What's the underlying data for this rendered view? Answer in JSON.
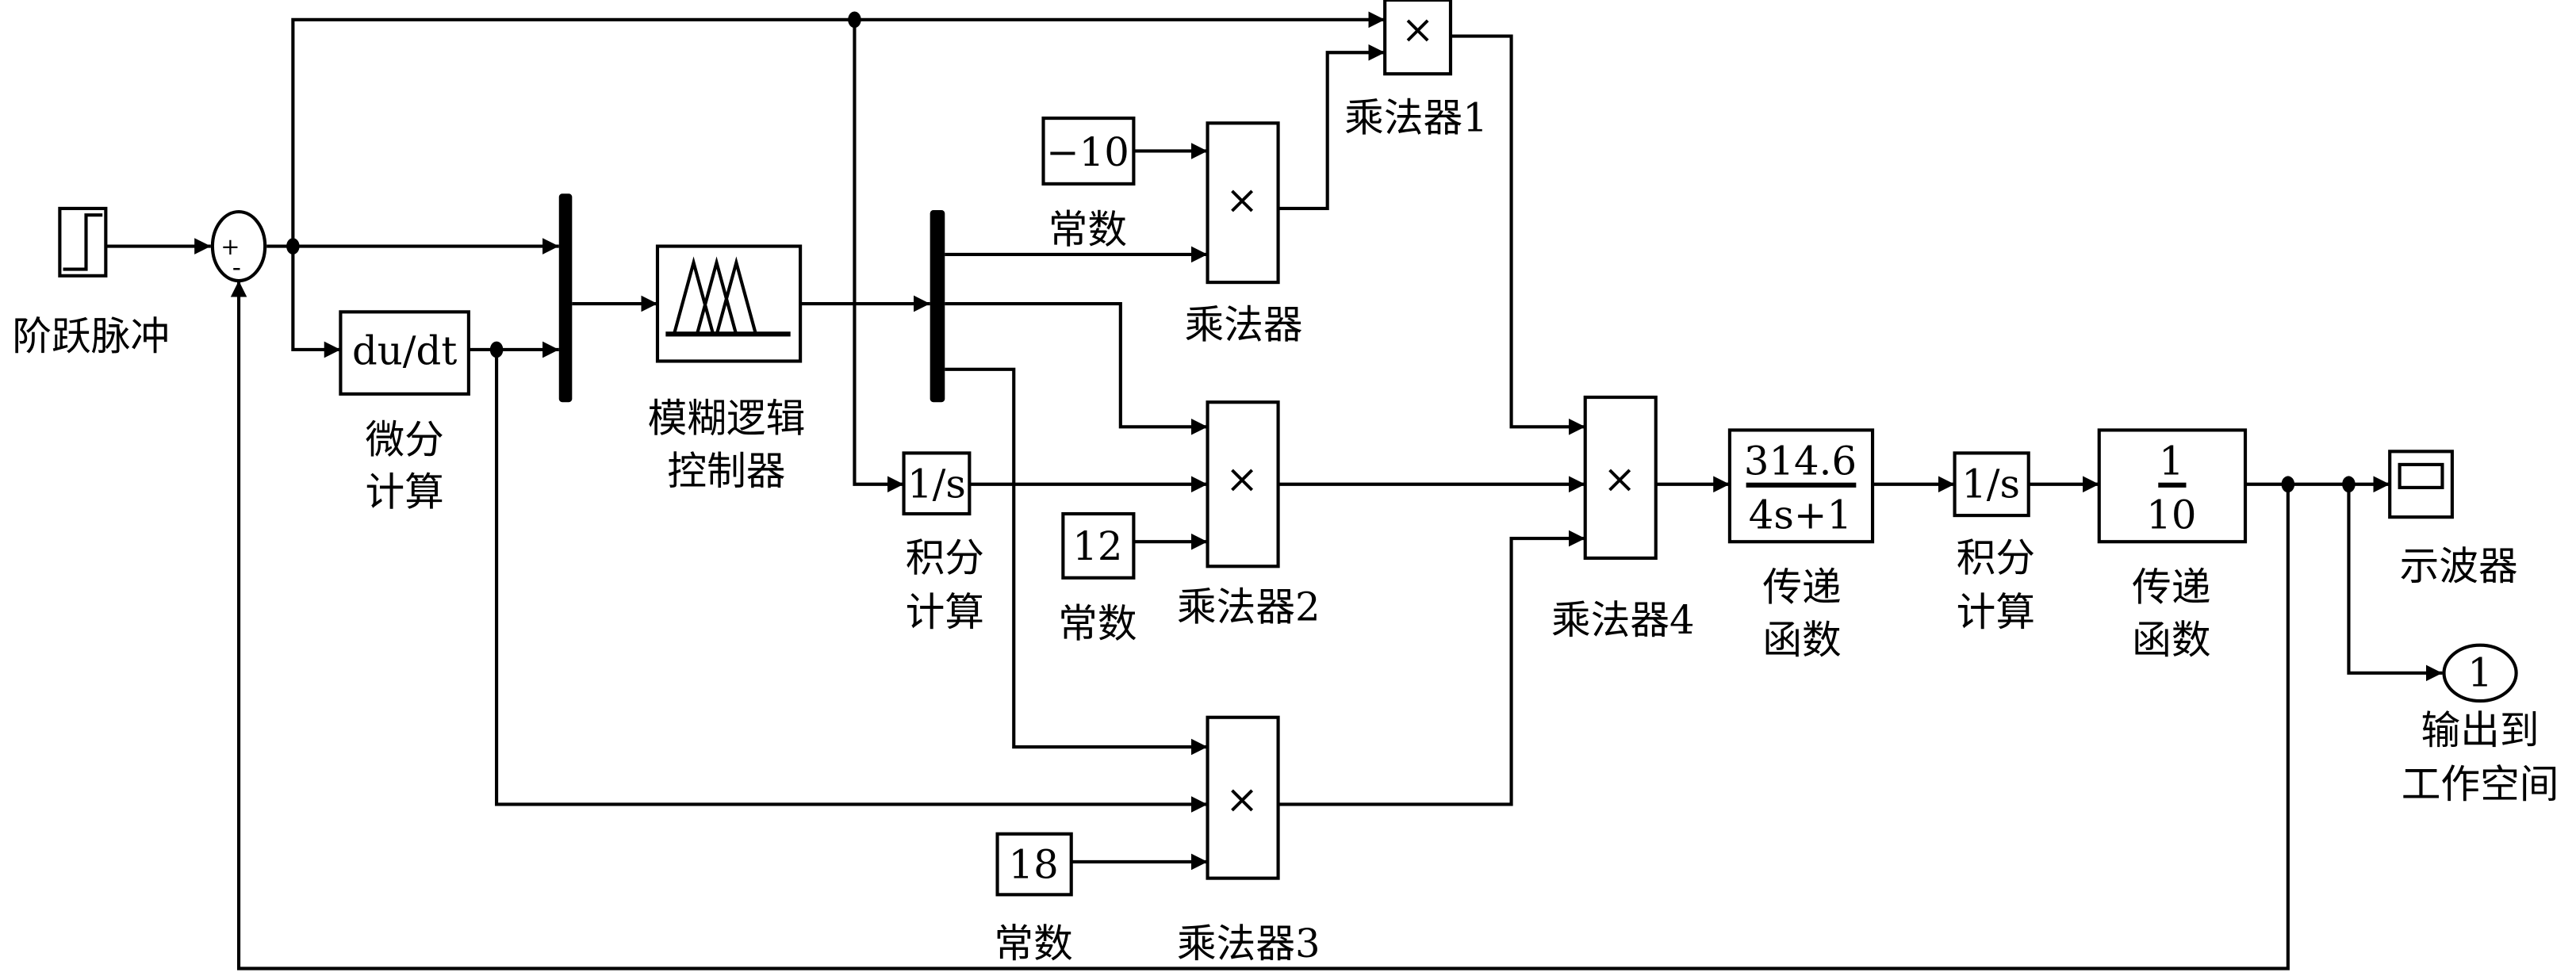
{
  "blocks": {
    "step": {
      "label": "阶跃脉冲"
    },
    "sum": {
      "plus": "+",
      "minus": "-"
    },
    "derivative": {
      "expr": "du/dt",
      "label_1": "微分",
      "label_2": "计算"
    },
    "fuzzy": {
      "label_1": "模糊逻辑",
      "label_2": "控制器"
    },
    "const_1": {
      "value": "−10",
      "label": "常数"
    },
    "const_2": {
      "value": "12",
      "label": "常数"
    },
    "const_3": {
      "value": "18",
      "label": "常数"
    },
    "product": {
      "symbol": "×",
      "label": "乘法器"
    },
    "product_1": {
      "symbol": "×",
      "label": "乘法器1"
    },
    "product_2": {
      "symbol": "×",
      "label": "乘法器2"
    },
    "product_3": {
      "symbol": "×",
      "label": "乘法器3"
    },
    "product_4": {
      "symbol": "×",
      "label": "乘法器4"
    },
    "integrator_1": {
      "expr": "1/s",
      "label_1": "积分",
      "label_2": "计算"
    },
    "transfer_1": {
      "num": "314.6",
      "den": "4s+1",
      "label_1": "传递",
      "label_2": "函数"
    },
    "integrator_2": {
      "expr": "1/s",
      "label_1": "积分",
      "label_2": "计算"
    },
    "transfer_2": {
      "num": "1",
      "den": "10",
      "label_1": "传递",
      "label_2": "函数"
    },
    "scope": {
      "label": "示波器"
    },
    "outport": {
      "value": "1",
      "label_1": "输出到",
      "label_2": "工作空间"
    }
  }
}
